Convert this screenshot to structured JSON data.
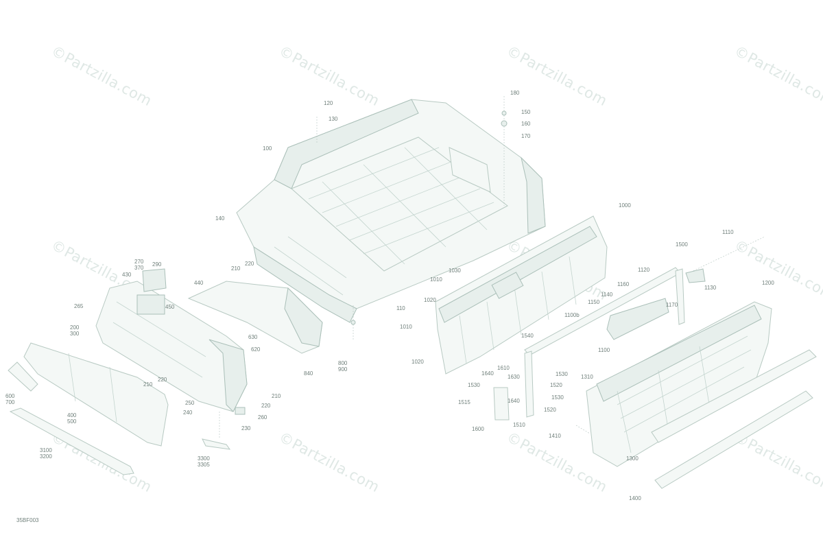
{
  "watermark": "©Partzilla.com",
  "diagram_code": "35BF003",
  "colors": {
    "line": "#b7c9c2",
    "text": "#6f7f7a",
    "watermark": "#dfe8e5"
  },
  "callouts": {
    "c120": "120",
    "c130": "130",
    "c100": "100",
    "c180": "180",
    "c150": "150",
    "c160": "160",
    "c170": "170",
    "c1000": "1000",
    "c1110": "1110",
    "c1500": "1500",
    "c1120": "1120",
    "c1130": "1130",
    "c1200": "1200",
    "c1160": "1160",
    "c1140": "1140",
    "c1150": "1150",
    "c1170": "1170",
    "c1100b": "1100b",
    "c1100": "1100",
    "c1540": "1540",
    "c140": "140",
    "c220a": "220",
    "c210a": "210",
    "c270": "270",
    "c370": "370",
    "c290": "290",
    "c430": "430",
    "c440": "440",
    "c450": "450",
    "c265": "265",
    "c200": "200",
    "c300": "300",
    "c630": "630",
    "c620": "620",
    "c800": "800",
    "c900": "900",
    "c840": "840",
    "c1010a": "1010",
    "c1030": "1030",
    "c1020a": "1020",
    "c110": "110",
    "c1010b": "1010",
    "c1020b": "1020",
    "c1640": "1640",
    "c1610": "1610",
    "c1630": "1630",
    "c1530a": "1530",
    "c1520a": "1520",
    "c1530b": "1530",
    "c1515": "1515",
    "c1640b": "1640",
    "c1520b": "1520",
    "c1530c": "1530",
    "c1510": "1510",
    "c1600": "1600",
    "c1310": "1310",
    "c1410": "1410",
    "c1300": "1300",
    "c1400": "1400",
    "c210b": "210",
    "c220b": "220",
    "c210c": "210",
    "c220c": "220",
    "c250": "250",
    "c240": "240",
    "c260": "260",
    "c230": "230",
    "c600": "600",
    "c700": "700",
    "c400": "400",
    "c500": "500",
    "c3100": "3100",
    "c3200": "3200",
    "c3300": "3300",
    "c3305": "3305"
  }
}
